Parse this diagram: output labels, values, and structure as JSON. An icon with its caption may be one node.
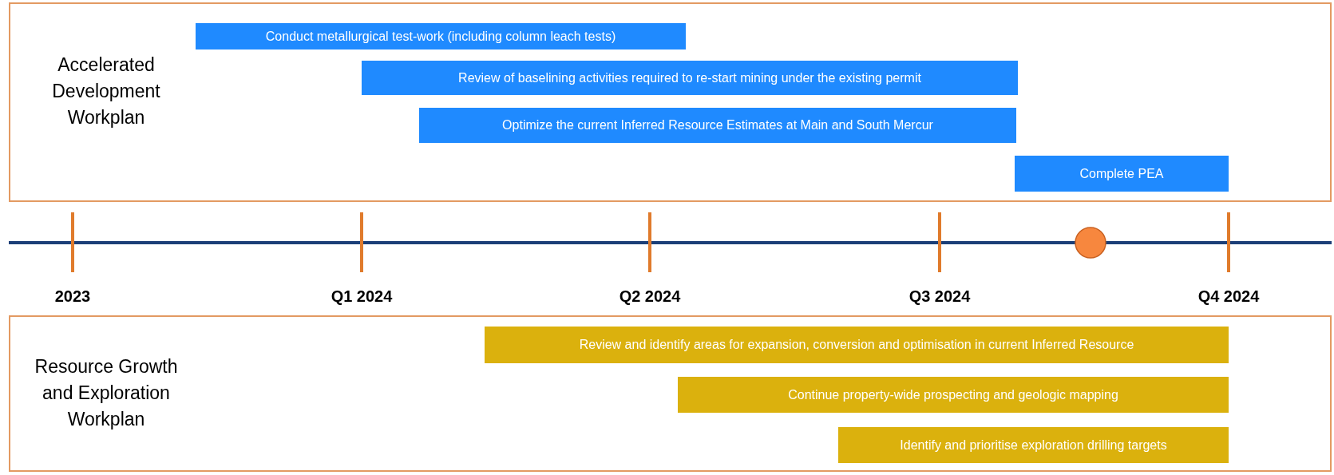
{
  "diagram": {
    "nodes": [
      {
        "text": [
          "Accelerated Development Workplan"
        ]
      },
      {
        "text": [
          "Conduct metallurgical test-work (including column leach tests)"
        ],
        "in": 0
      },
      {
        "text": [
          "Review of baselining activities required to re-start mining under the existing permit"
        ],
        "in": 0
      },
      {
        "text": [
          "Optimize the current Inferred Resource Estimates at Main and South Mercur"
        ],
        "in": 0
      },
      {
        "text": [
          "Complete PEA"
        ],
        "in": 0
      },
      {
        "text": [
          "Resource Growth and Exploration Workplan"
        ]
      },
      {
        "text": [
          "Review and identify areas for expansion, conversion and optimisation in current Inferred Resource"
        ],
        "in": 5
      },
      {
        "text": [
          "Continue property-wide prospecting and geologic mapping"
        ],
        "in": 5
      },
      {
        "text": [
          "Identify and prioritise exploration drilling targets"
        ],
        "in": 5
      }
    ],
    "labels": [
      "2023",
      "Q1 2024",
      "Q2 2024",
      "Q3 2024",
      "Q4 2024"
    ]
  }
}
